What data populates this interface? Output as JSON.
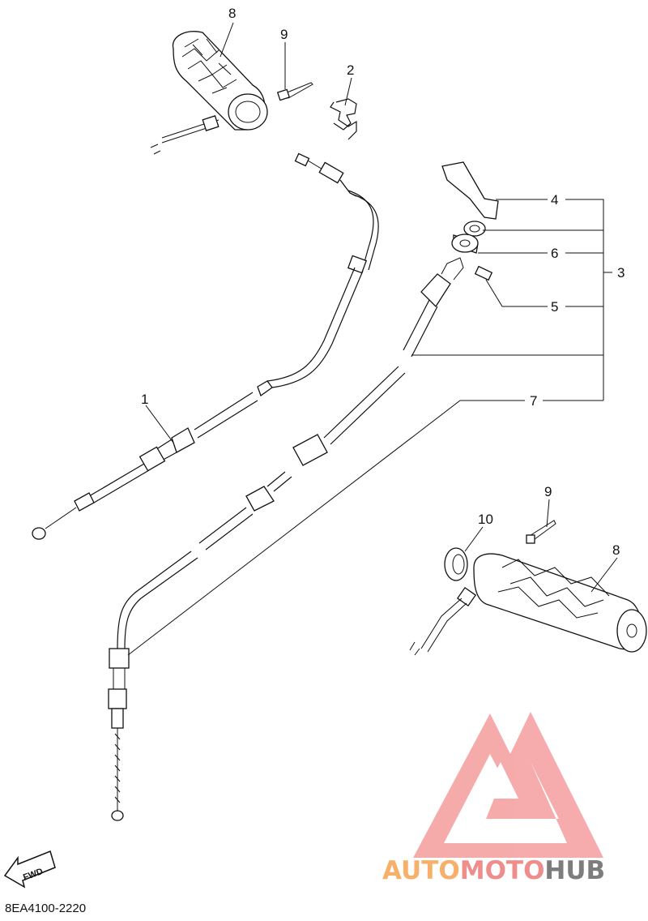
{
  "diagram": {
    "callouts": {
      "c1": "1",
      "c2": "2",
      "c3": "3",
      "c4": "4",
      "c5": "5",
      "c6": "6",
      "c7": "7",
      "c8a": "8",
      "c8b": "8",
      "c9a": "9",
      "c9b": "9",
      "c10": "10"
    },
    "fwd_label": "FWD",
    "doc_code": "8EA4100-2220"
  },
  "watermark": {
    "part1": "AUTO",
    "part2": "MOTO",
    "part3": "HUB",
    "colors": {
      "auto": "#f6b06a",
      "moto": "#ef8d8d",
      "hub": "#7d7d7d",
      "triangle": "#f59d9d"
    }
  }
}
